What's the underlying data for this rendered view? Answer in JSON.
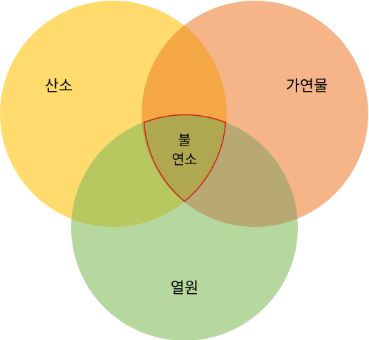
{
  "diagram": {
    "type": "venn",
    "sets": [
      {
        "id": "oxygen",
        "label": "산소",
        "color": "#FFD966",
        "opacity": 0.95
      },
      {
        "id": "fuel",
        "label": "가연물",
        "color": "#F4B183",
        "opacity": 0.95
      },
      {
        "id": "heat",
        "label": "열원",
        "color": "#A9D18E",
        "opacity": 0.85
      }
    ],
    "overlaps": {
      "oxygen_fuel_color": "#F4A742",
      "oxygen_heat_color": "#B8C860",
      "fuel_heat_color": "#B8A874",
      "center_color": "#B0A850",
      "center_outline_color": "#D02010"
    },
    "center": {
      "line1": "불",
      "line2": "연소"
    }
  }
}
